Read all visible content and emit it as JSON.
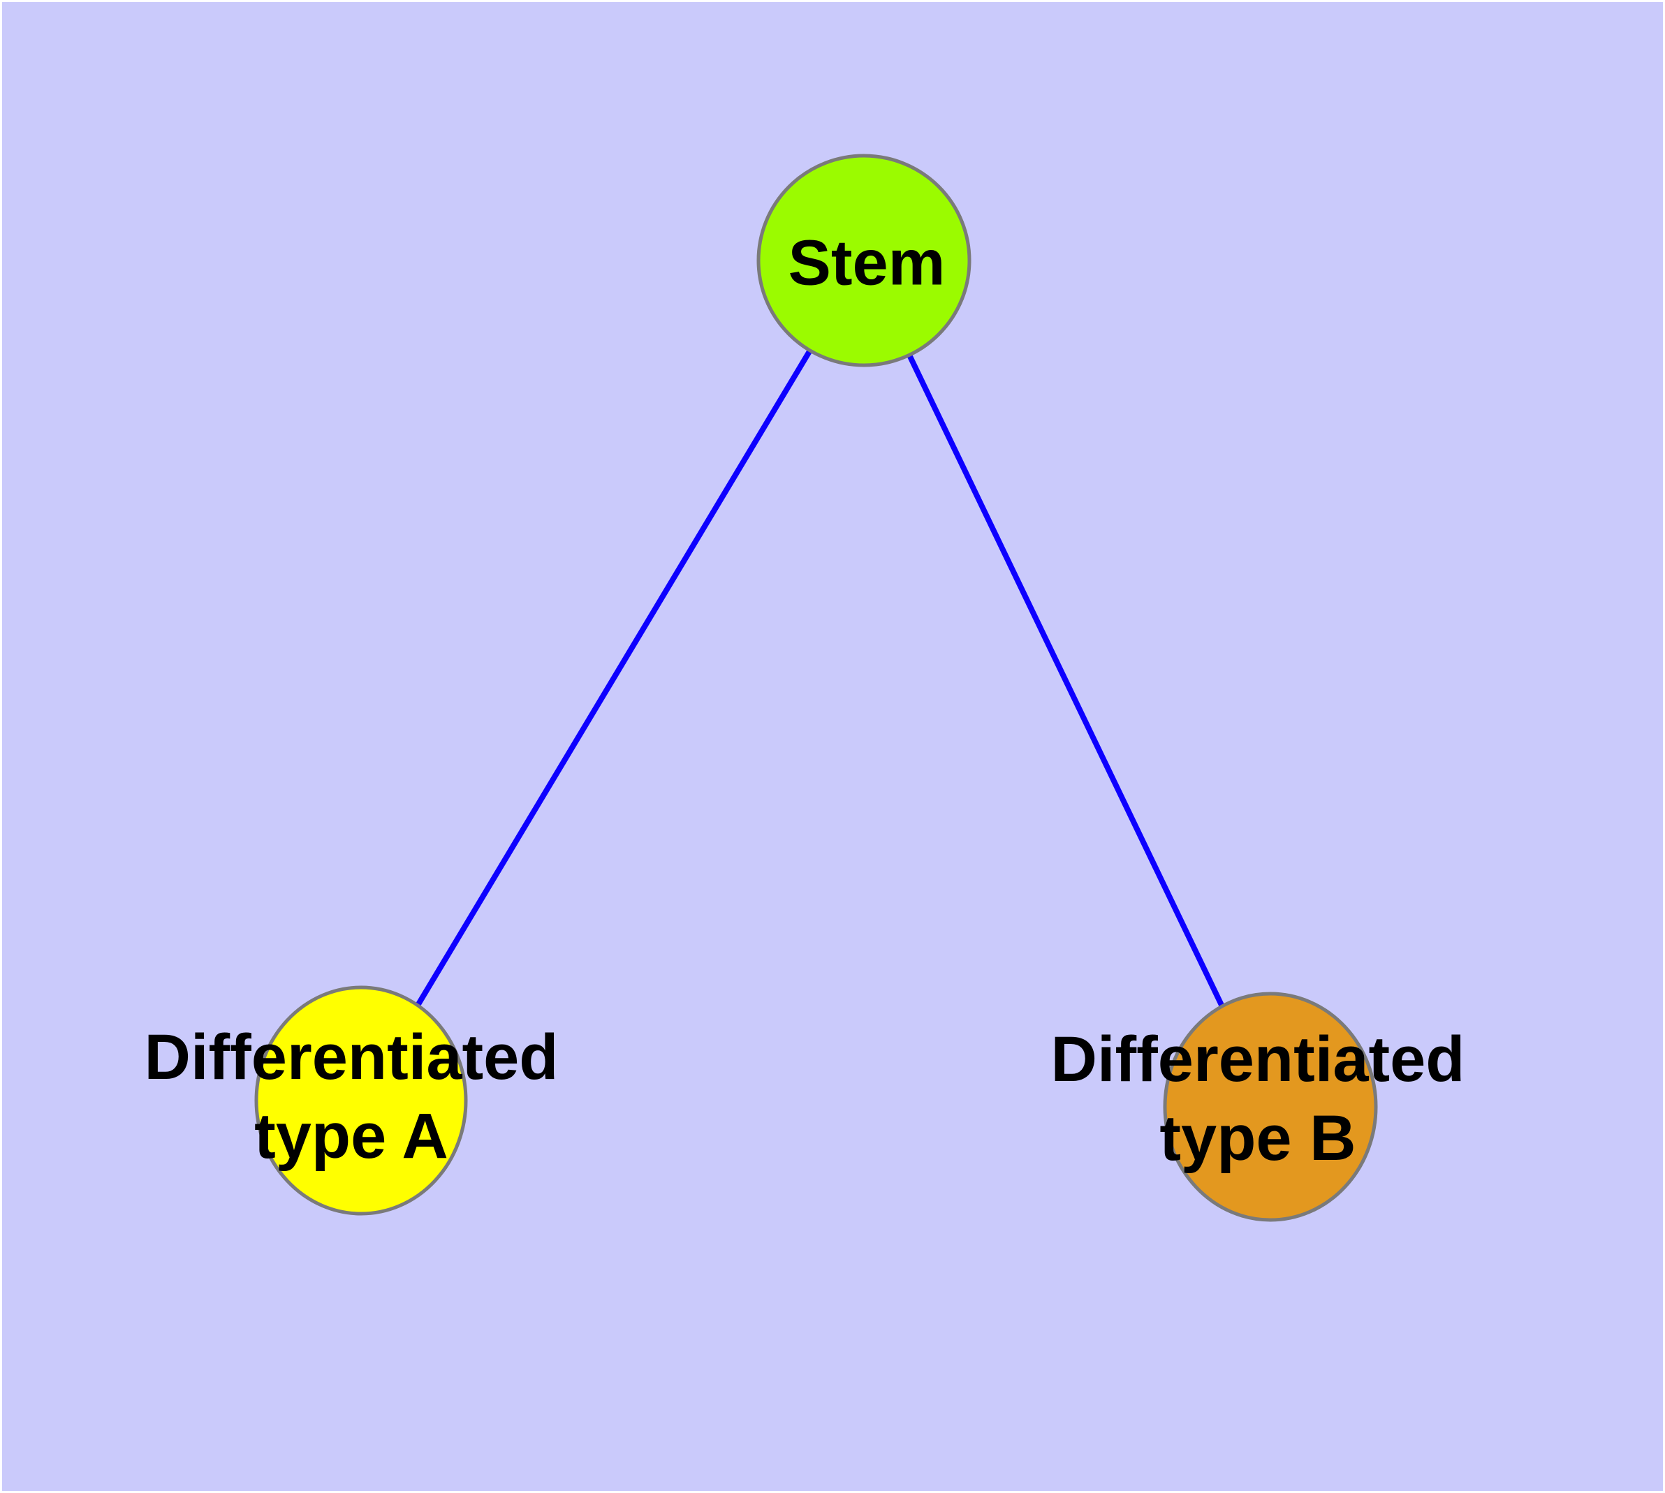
{
  "graph": {
    "background": "#CACAFB",
    "edge_color": "#0D00FF",
    "node_border_color": "#7A7A7A",
    "label_color": "#000000",
    "nodes": [
      {
        "id": "stem",
        "label": "Stem",
        "fill": "#9BFB00"
      },
      {
        "id": "differentiated-type-a",
        "label_line1": "Differentiated",
        "label_line2": "type A",
        "fill": "#FFFF00"
      },
      {
        "id": "differentiated-type-b",
        "label_line1": "Differentiated",
        "label_line2": "type B",
        "fill": "#E3981F"
      }
    ],
    "edges": [
      {
        "from": "Stem",
        "to": "Differentiated type A"
      },
      {
        "from": "Stem",
        "to": "Differentiated type B"
      }
    ]
  }
}
